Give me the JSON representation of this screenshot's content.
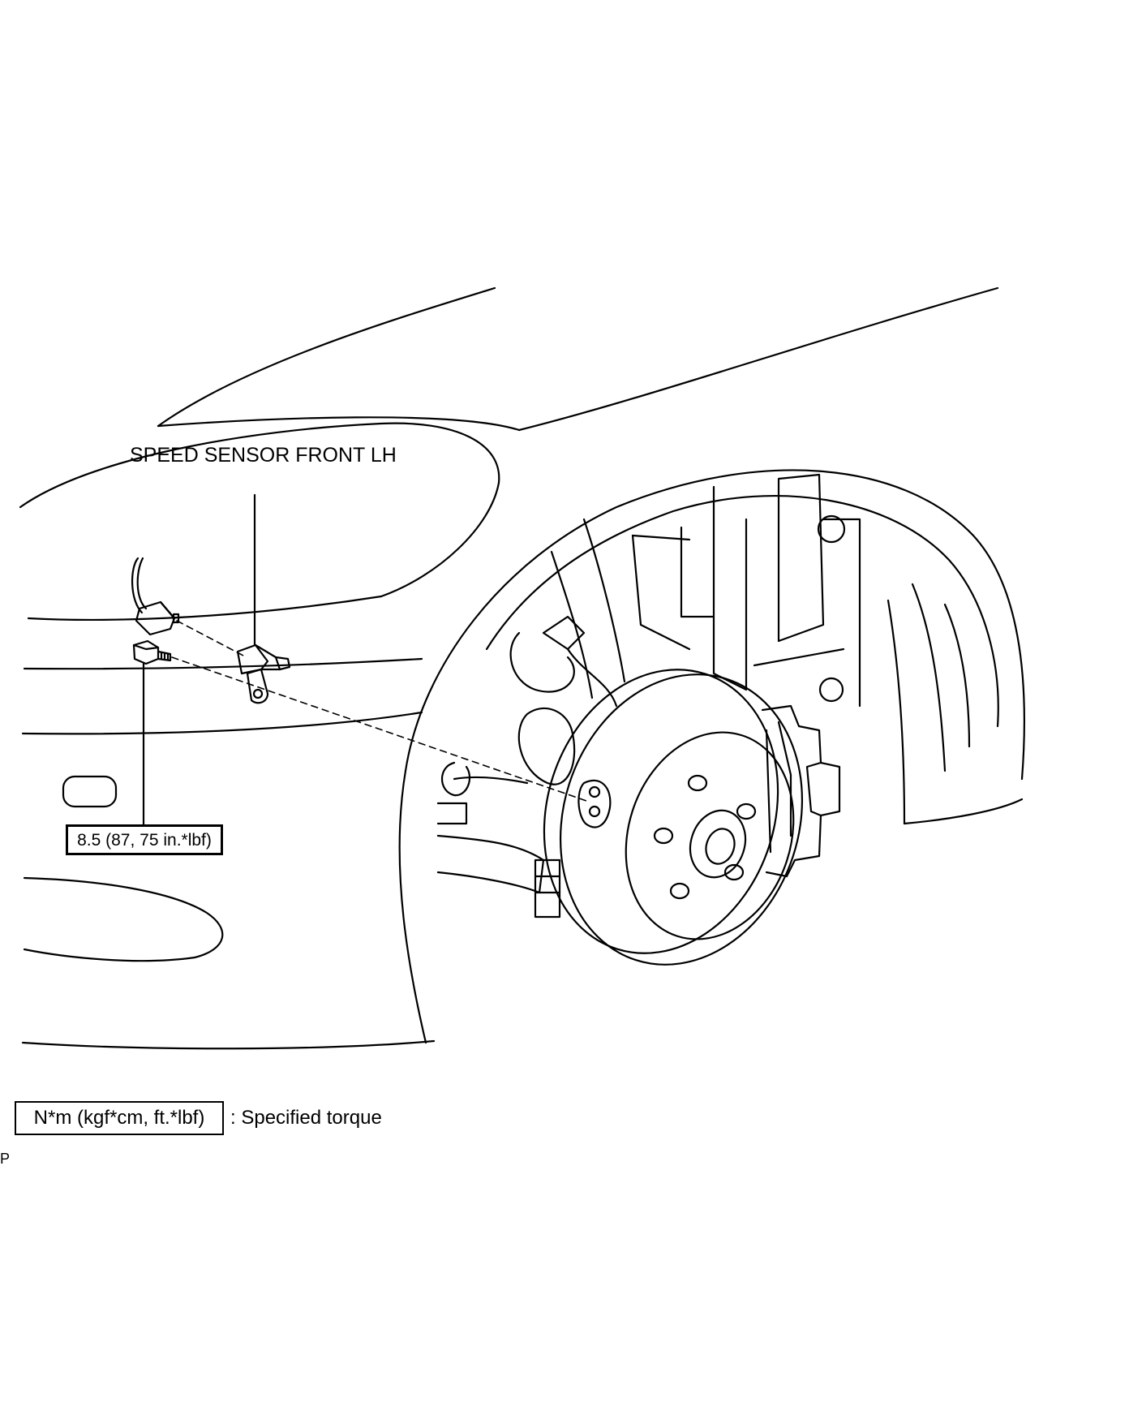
{
  "labels": {
    "part_name": "SPEED SENSOR FRONT LH",
    "torque_value": "8.5 (87, 75 in.*lbf)",
    "legend_units": "N*m (kgf*cm, ft.*lbf)",
    "legend_desc": ": Specified torque",
    "page_mark": "P"
  },
  "colors": {
    "line": "#000000",
    "background": "#ffffff"
  }
}
